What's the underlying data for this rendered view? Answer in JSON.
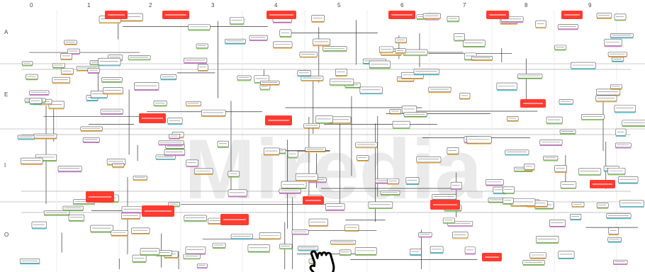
{
  "diagram": {
    "column_labels": [
      "0",
      "1",
      "2",
      "3",
      "4",
      "5",
      "6",
      "7",
      "8",
      "9"
    ],
    "row_labels": [
      "A",
      "E",
      "I",
      "O"
    ],
    "watermark_text": "Miredia",
    "colors": {
      "red_box": "#ff3b30",
      "node_border": "#555555",
      "orange_line": "#f5a623",
      "green_line": "#7ac943",
      "pink_line": "#e06ad8",
      "cyan_line": "#33c3d6",
      "grid": "#cccccc",
      "connector": "#333333"
    },
    "cursor_icon": "hand-pointer-icon"
  }
}
